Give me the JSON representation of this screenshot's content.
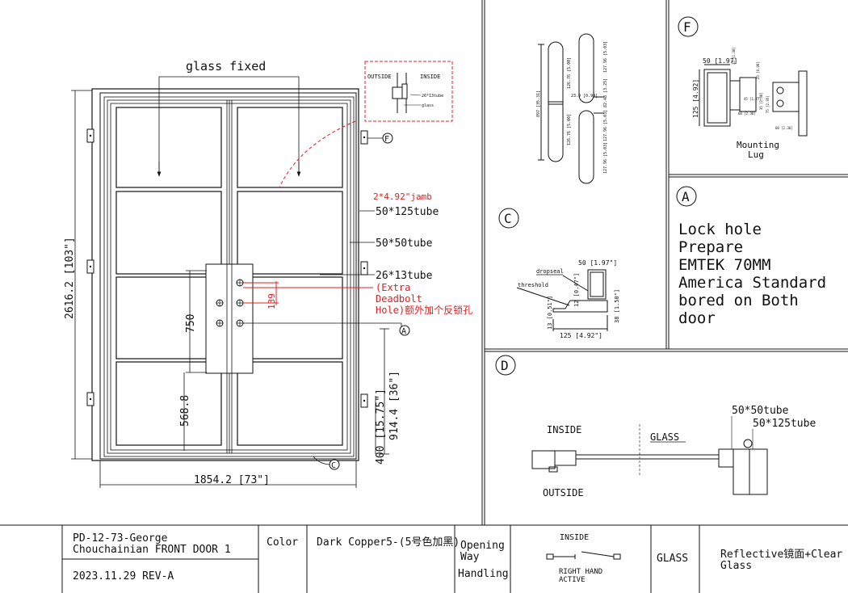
{
  "main_view": {
    "glass_fixed": "glass fixed",
    "section_label_outside": "OUTSIDE",
    "section_label_inside": "INSIDE",
    "section_tube": "26*13tube",
    "section_glass": "glass",
    "callout_f": "F",
    "jamb_note": "2*4.92\"jamb",
    "tube_125": "50*125tube",
    "tube_50": "50*50tube",
    "tube_26": "26*13tube",
    "extra_deadbolt_1": "(Extra",
    "extra_deadbolt_2": "Deadbolt",
    "extra_deadbolt_3": "Hole)额外加个反锁孔",
    "dim_139": "139",
    "callout_a": "A",
    "callout_c": "C",
    "dim_height": "2616.2 [103\"]",
    "dim_750": "750",
    "dim_568": "568.8",
    "dim_914": "914.4 [36\"]",
    "dim_400": "400 [15.75\"]",
    "dim_width": "1854.2 [73\"]"
  },
  "detail_side": {
    "d1": "897 [35.31]",
    "d2": "126.76 [5.00]",
    "d3": "127.96 [5.03]",
    "d4": "23.9 [0.94]",
    "d5": "82.48 [3.25]",
    "d6": "126.76 [5.00]",
    "d7": "127.96 [5.03]",
    "d8": "127.96 [5.03]"
  },
  "detail_f": {
    "label": "F",
    "dim_top": "50 [1.97]",
    "dim_side": "125 [4.92]",
    "dim_a": "35 [1.38]",
    "dim_b": "25 [0.98]",
    "dim_c": "45 [1.77]",
    "dim_d": "35 [1.38]",
    "dim_e": "60 [2.36]",
    "dim_f": "75 [2.95]",
    "dim_g": "60 [2.36]",
    "caption_1": "Mounting",
    "caption_2": "Lug"
  },
  "detail_a": {
    "label": "A",
    "lines": [
      "Lock hole",
      "Prepare",
      "EMTEK 70MM",
      "America Standard",
      "bored on Both",
      "door"
    ]
  },
  "detail_c": {
    "label": "C",
    "dropseal": "dropseal",
    "threshold": "threshold",
    "dim_top": "50 [1.97\"]",
    "dim_12": "12 [0.47\"]",
    "dim_13": "13 [0.51\"]",
    "dim_38": "38 [1.50\"]",
    "dim_bottom": "125 [4.92\"]"
  },
  "detail_d": {
    "label": "D",
    "inside": "INSIDE",
    "outside": "OUTSIDE",
    "glass": "GLASS",
    "tube_50": "50*50tube",
    "tube_125": "50*125tube"
  },
  "title_block": {
    "project_1": "PD-12-73-George",
    "project_2": "Chouchainian FRONT DOOR 1",
    "date_rev": "2023.11.29 REV-A",
    "color_label": "Color",
    "color_value": "Dark Copper5-(5号色加黑)",
    "opening_1": "Opening",
    "opening_2": "Way",
    "opening_3": "Handling",
    "inside": "INSIDE",
    "hand_1": "RIGHT HAND",
    "hand_2": "ACTIVE",
    "glass_label": "GLASS",
    "glass_1": "Reflective镜面+Clear",
    "glass_2": "Glass"
  }
}
